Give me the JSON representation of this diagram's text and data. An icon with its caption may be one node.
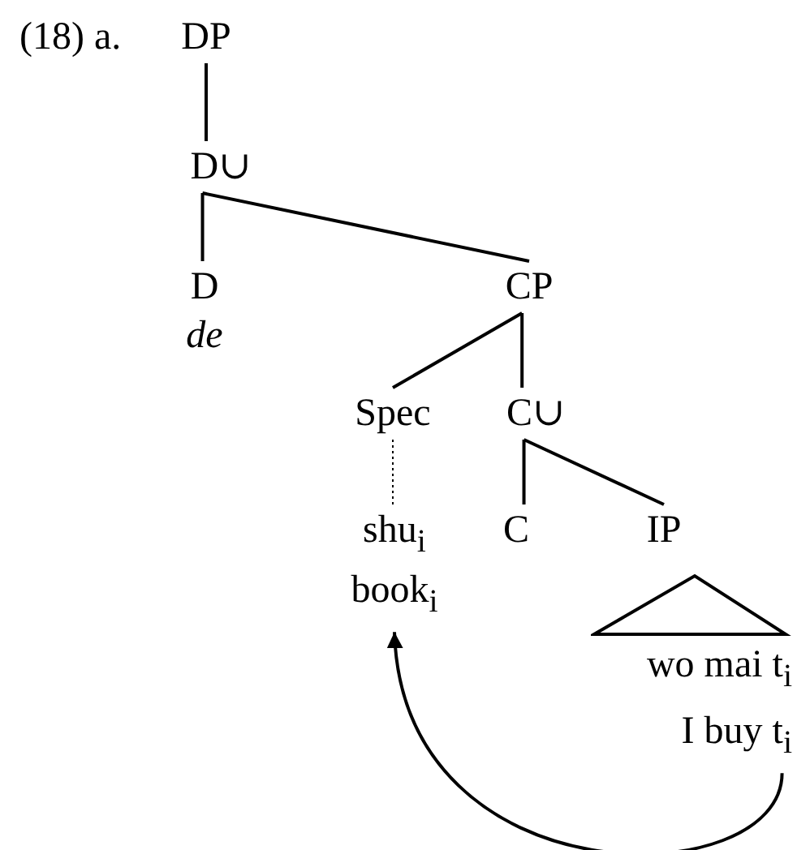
{
  "diagram": {
    "nodes": [
      {
        "text": [
          "DP"
        ]
      },
      {
        "text": [
          "D∪"
        ]
      },
      {
        "text": [
          "D",
          "de"
        ]
      },
      {
        "text": [
          "CP"
        ]
      },
      {
        "text": [
          "Spec"
        ]
      },
      {
        "text": [
          "C∪"
        ]
      },
      {
        "text": [
          "shu$_{i}$",
          "book$_{i}$"
        ]
      },
      {
        "text": [
          "C"
        ]
      },
      {
        "text": [
          "IP"
        ]
      },
      {
        "text": [
          "wo mai t$_{i}$",
          "I buy t$_{i}$"
        ]
      }
    ],
    "edges": [
      {
        "from": 0,
        "to": 1,
        "arrow": "none"
      },
      {
        "from": 1,
        "to": 2,
        "arrow": "none"
      },
      {
        "from": 1,
        "to": 3,
        "arrow": "none"
      },
      {
        "from": 3,
        "to": 4,
        "arrow": "none"
      },
      {
        "from": 3,
        "to": 5,
        "arrow": "none"
      },
      {
        "from": 4,
        "to": 6,
        "arrow": "none",
        "style": "dashed"
      },
      {
        "from": 5,
        "to": 7,
        "arrow": "none"
      },
      {
        "from": 5,
        "to": 8,
        "arrow": "none"
      },
      {
        "from": 9,
        "to": 6,
        "arrow": "to"
      }
    ],
    "labels": [
      "(18) a."
    ]
  }
}
